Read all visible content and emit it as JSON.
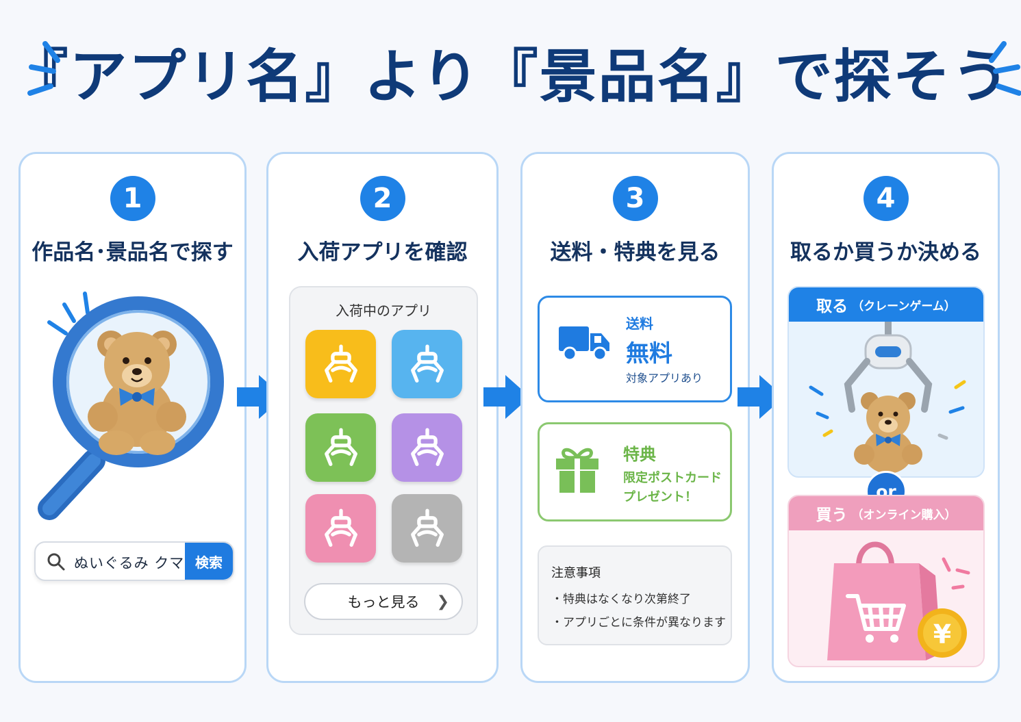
{
  "headline": "『アプリ名』より『景品名』で探そう",
  "colors": {
    "navy": "#0f3a78",
    "blue": "#1f82e6",
    "green": "#8bc870",
    "pink": "#ee93b3"
  },
  "steps": [
    {
      "number": "1",
      "title": "作品名･景品名で探す",
      "search": {
        "query": "ぬいぐるみ クマ",
        "button": "検索",
        "icon": "search-icon"
      },
      "illustration": "magnifier-teddy-bear"
    },
    {
      "number": "2",
      "title": "入荷アプリを確認",
      "panel_title": "入荷中のアプリ",
      "apps": [
        {
          "color": "#f8bd1b",
          "icon": "crane-claw-icon"
        },
        {
          "color": "#57b4ef",
          "icon": "crane-claw-icon"
        },
        {
          "color": "#7dc157",
          "icon": "crane-claw-icon"
        },
        {
          "color": "#b591e6",
          "icon": "crane-claw-icon"
        },
        {
          "color": "#ef8fb1",
          "icon": "crane-claw-icon"
        },
        {
          "color": "#b4b4b4",
          "icon": "crane-claw-icon"
        }
      ],
      "more_label": "もっと見る",
      "more_icon": "chevron-right-icon"
    },
    {
      "number": "3",
      "title": "送料・特典を見る",
      "shipping": {
        "label": "送料",
        "value": "無料",
        "note": "対象アプリあり",
        "icon": "truck-icon"
      },
      "bonus": {
        "label": "特典",
        "line1": "限定ポストカード",
        "line2": "プレゼント！",
        "icon": "gift-icon"
      },
      "notes": {
        "title": "注意事項",
        "items": [
          "・特典はなくなり次第終了",
          "・アプリごとに条件が異なります"
        ]
      }
    },
    {
      "number": "4",
      "title": "取るか買うか決める",
      "take": {
        "label": "取る",
        "sub": "（クレーンゲーム）"
      },
      "or_label": "or",
      "buy": {
        "label": "買う",
        "sub": "（オンライン購入）"
      },
      "coin_symbol": "¥"
    }
  ]
}
